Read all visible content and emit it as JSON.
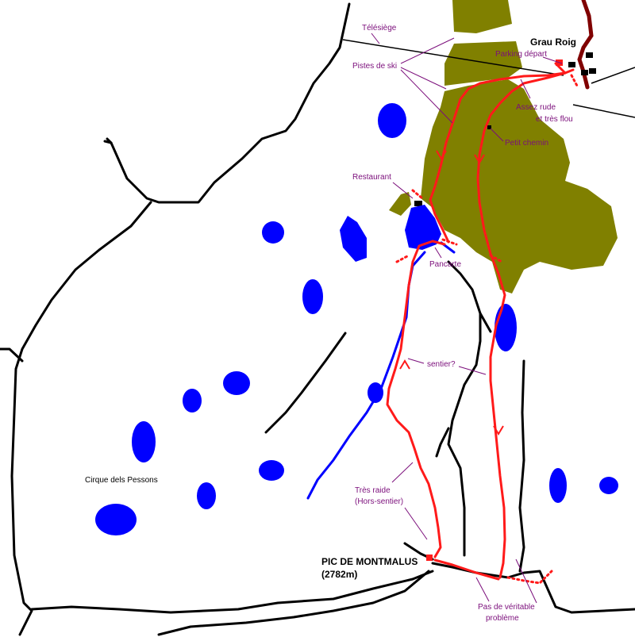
{
  "colors": {
    "terrain": "#ffffff",
    "ridge": "#000000",
    "route": "#ff1a1a",
    "water": "#0000ff",
    "forest": "#808000",
    "annotation": "#7b0e7b",
    "road": "#800000"
  },
  "labels": {
    "telesiege": "Télésiège",
    "pistes_de_ski": "Pistes de ski",
    "grau_roig": "Grau Roig",
    "parking_depart": "Parking départ",
    "assez_rude_1": "Assez rude",
    "assez_rude_2": "et très flou",
    "petit_chemin": "Petit chemin",
    "restaurant": "Restaurant",
    "pancarte": "Pancarte",
    "sentier": "sentier?",
    "tres_raide_1": "Très raide",
    "tres_raide_2": "(Hors-sentier)",
    "cirque": "Cirque dels Pessons",
    "pic_name": "PIC DE MONTMALUS",
    "pic_alt": "(2782m)",
    "pas_1": "Pas de véritable",
    "pas_2": "problème"
  }
}
